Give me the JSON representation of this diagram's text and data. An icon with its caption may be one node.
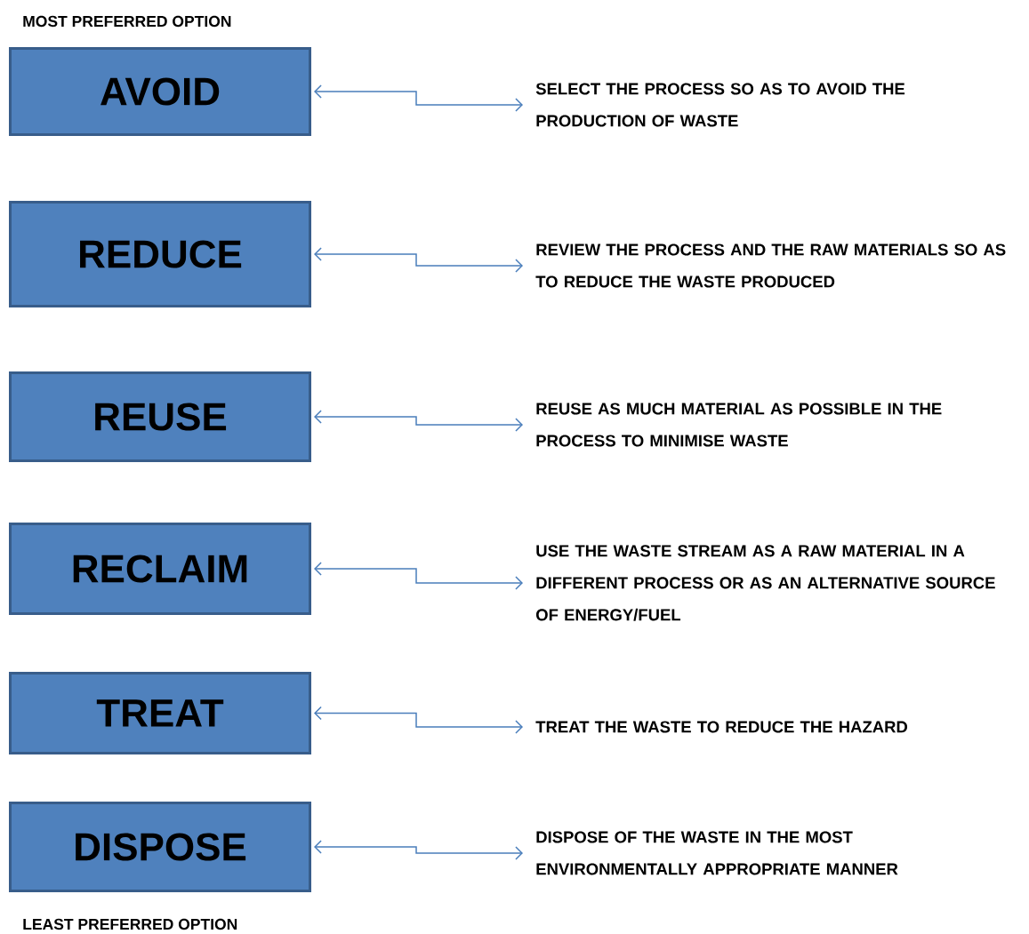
{
  "diagram": {
    "nodes": [
      {
        "text": [
          "AVOID"
        ]
      },
      {
        "text": [
          "SELECT THE PROCESS SO AS TO AVOID THE PRODUCTION OF WASTE"
        ]
      },
      {
        "text": [
          "REDUCE"
        ]
      },
      {
        "text": [
          "REVIEW THE PROCESS AND THE RAW MATERIALS SO AS TO REDUCE THE WASTE PRODUCED"
        ]
      },
      {
        "text": [
          "REUSE"
        ]
      },
      {
        "text": [
          "REUSE AS MUCH MATERIAL AS POSSIBLE IN THE PROCESS TO MINIMISE WASTE"
        ]
      },
      {
        "text": [
          "RECLAIM"
        ]
      },
      {
        "text": [
          "USE THE WASTE STREAM AS A RAW MATERIAL IN A DIFFERENT PROCESS OR AS AN ALTERNATIVE SOURCE OF ENERGY/FUEL"
        ]
      },
      {
        "text": [
          "TREAT"
        ]
      },
      {
        "text": [
          "TREAT THE WASTE TO REDUCE THE HAZARD"
        ]
      },
      {
        "text": [
          "DISPOSE"
        ]
      },
      {
        "text": [
          "DISPOSE OF THE WASTE IN THE MOST ENVIRONMENTALLY APPROPRIATE MANNER"
        ]
      }
    ],
    "edges": [
      {
        "from": 0,
        "to": 1,
        "arrow": "both"
      },
      {
        "from": 2,
        "to": 3,
        "arrow": "both"
      },
      {
        "from": 4,
        "to": 5,
        "arrow": "both"
      },
      {
        "from": 6,
        "to": 7,
        "arrow": "both"
      },
      {
        "from": 8,
        "to": 9,
        "arrow": "both"
      },
      {
        "from": 10,
        "to": 11,
        "arrow": "both"
      }
    ],
    "labels": [
      "MOST PREFERRED OPTION",
      "LEAST PREFERRED OPTION"
    ]
  }
}
